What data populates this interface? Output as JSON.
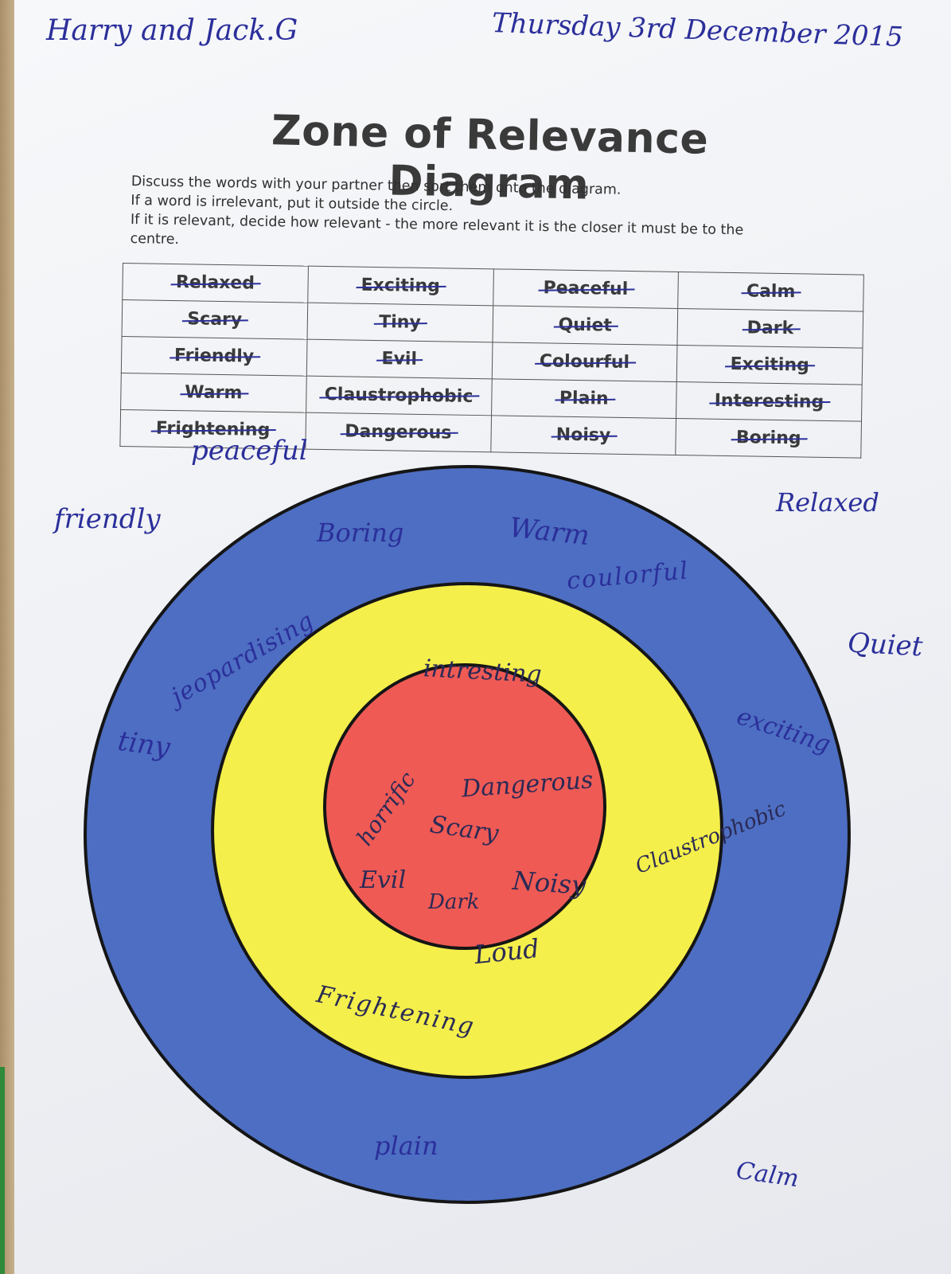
{
  "header": {
    "names": "Harry and Jack.G",
    "date": "Thursday 3rd December 2015"
  },
  "title": "Zone of Relevance Diagram",
  "instructions": [
    "Discuss the words with your partner then sort them onto the diagram.",
    "If a word is irrelevant, put it outside the circle.",
    "If it is relevant, decide how relevant - the more relevant it is the closer it must be to the",
    "centre."
  ],
  "word_table": [
    [
      "Relaxed",
      "Exciting",
      "Peaceful",
      "Calm"
    ],
    [
      "Scary",
      "Tiny",
      "Quiet",
      "Dark"
    ],
    [
      "Friendly",
      "Evil",
      "Colourful",
      "Exciting"
    ],
    [
      "Warm",
      "Claustrophobic",
      "Plain",
      "Interesting"
    ],
    [
      "Frightening",
      "Dangerous",
      "Noisy",
      "Boring"
    ]
  ],
  "target_colors": {
    "outer": "#4d6ec2",
    "middle": "#f4ef4a",
    "centre": "#ef5a55",
    "ring_border": "#151515"
  },
  "handwritten": {
    "outside": {
      "peaceful": "peaceful",
      "friendly": "friendly",
      "relaxed": "Relaxed",
      "quiet": "Quiet",
      "calm": "Calm"
    },
    "outer_ring": {
      "boring": "Boring",
      "warm": "Warm",
      "colourful": "coulorful",
      "jeopardising": "jeopardising",
      "tiny": "tiny",
      "exciting": "exciting",
      "plain": "plain"
    },
    "middle_ring": {
      "interesting": "intresting",
      "claustrophobic": "Claustrophobic",
      "frightening": "Frightening"
    },
    "centre": {
      "horrific": "horrific",
      "dangerous": "Dangerous",
      "scary": "Scary",
      "evil": "Evil",
      "noisy": "Noisy",
      "dark": "Dark",
      "loud": "Loud"
    }
  }
}
